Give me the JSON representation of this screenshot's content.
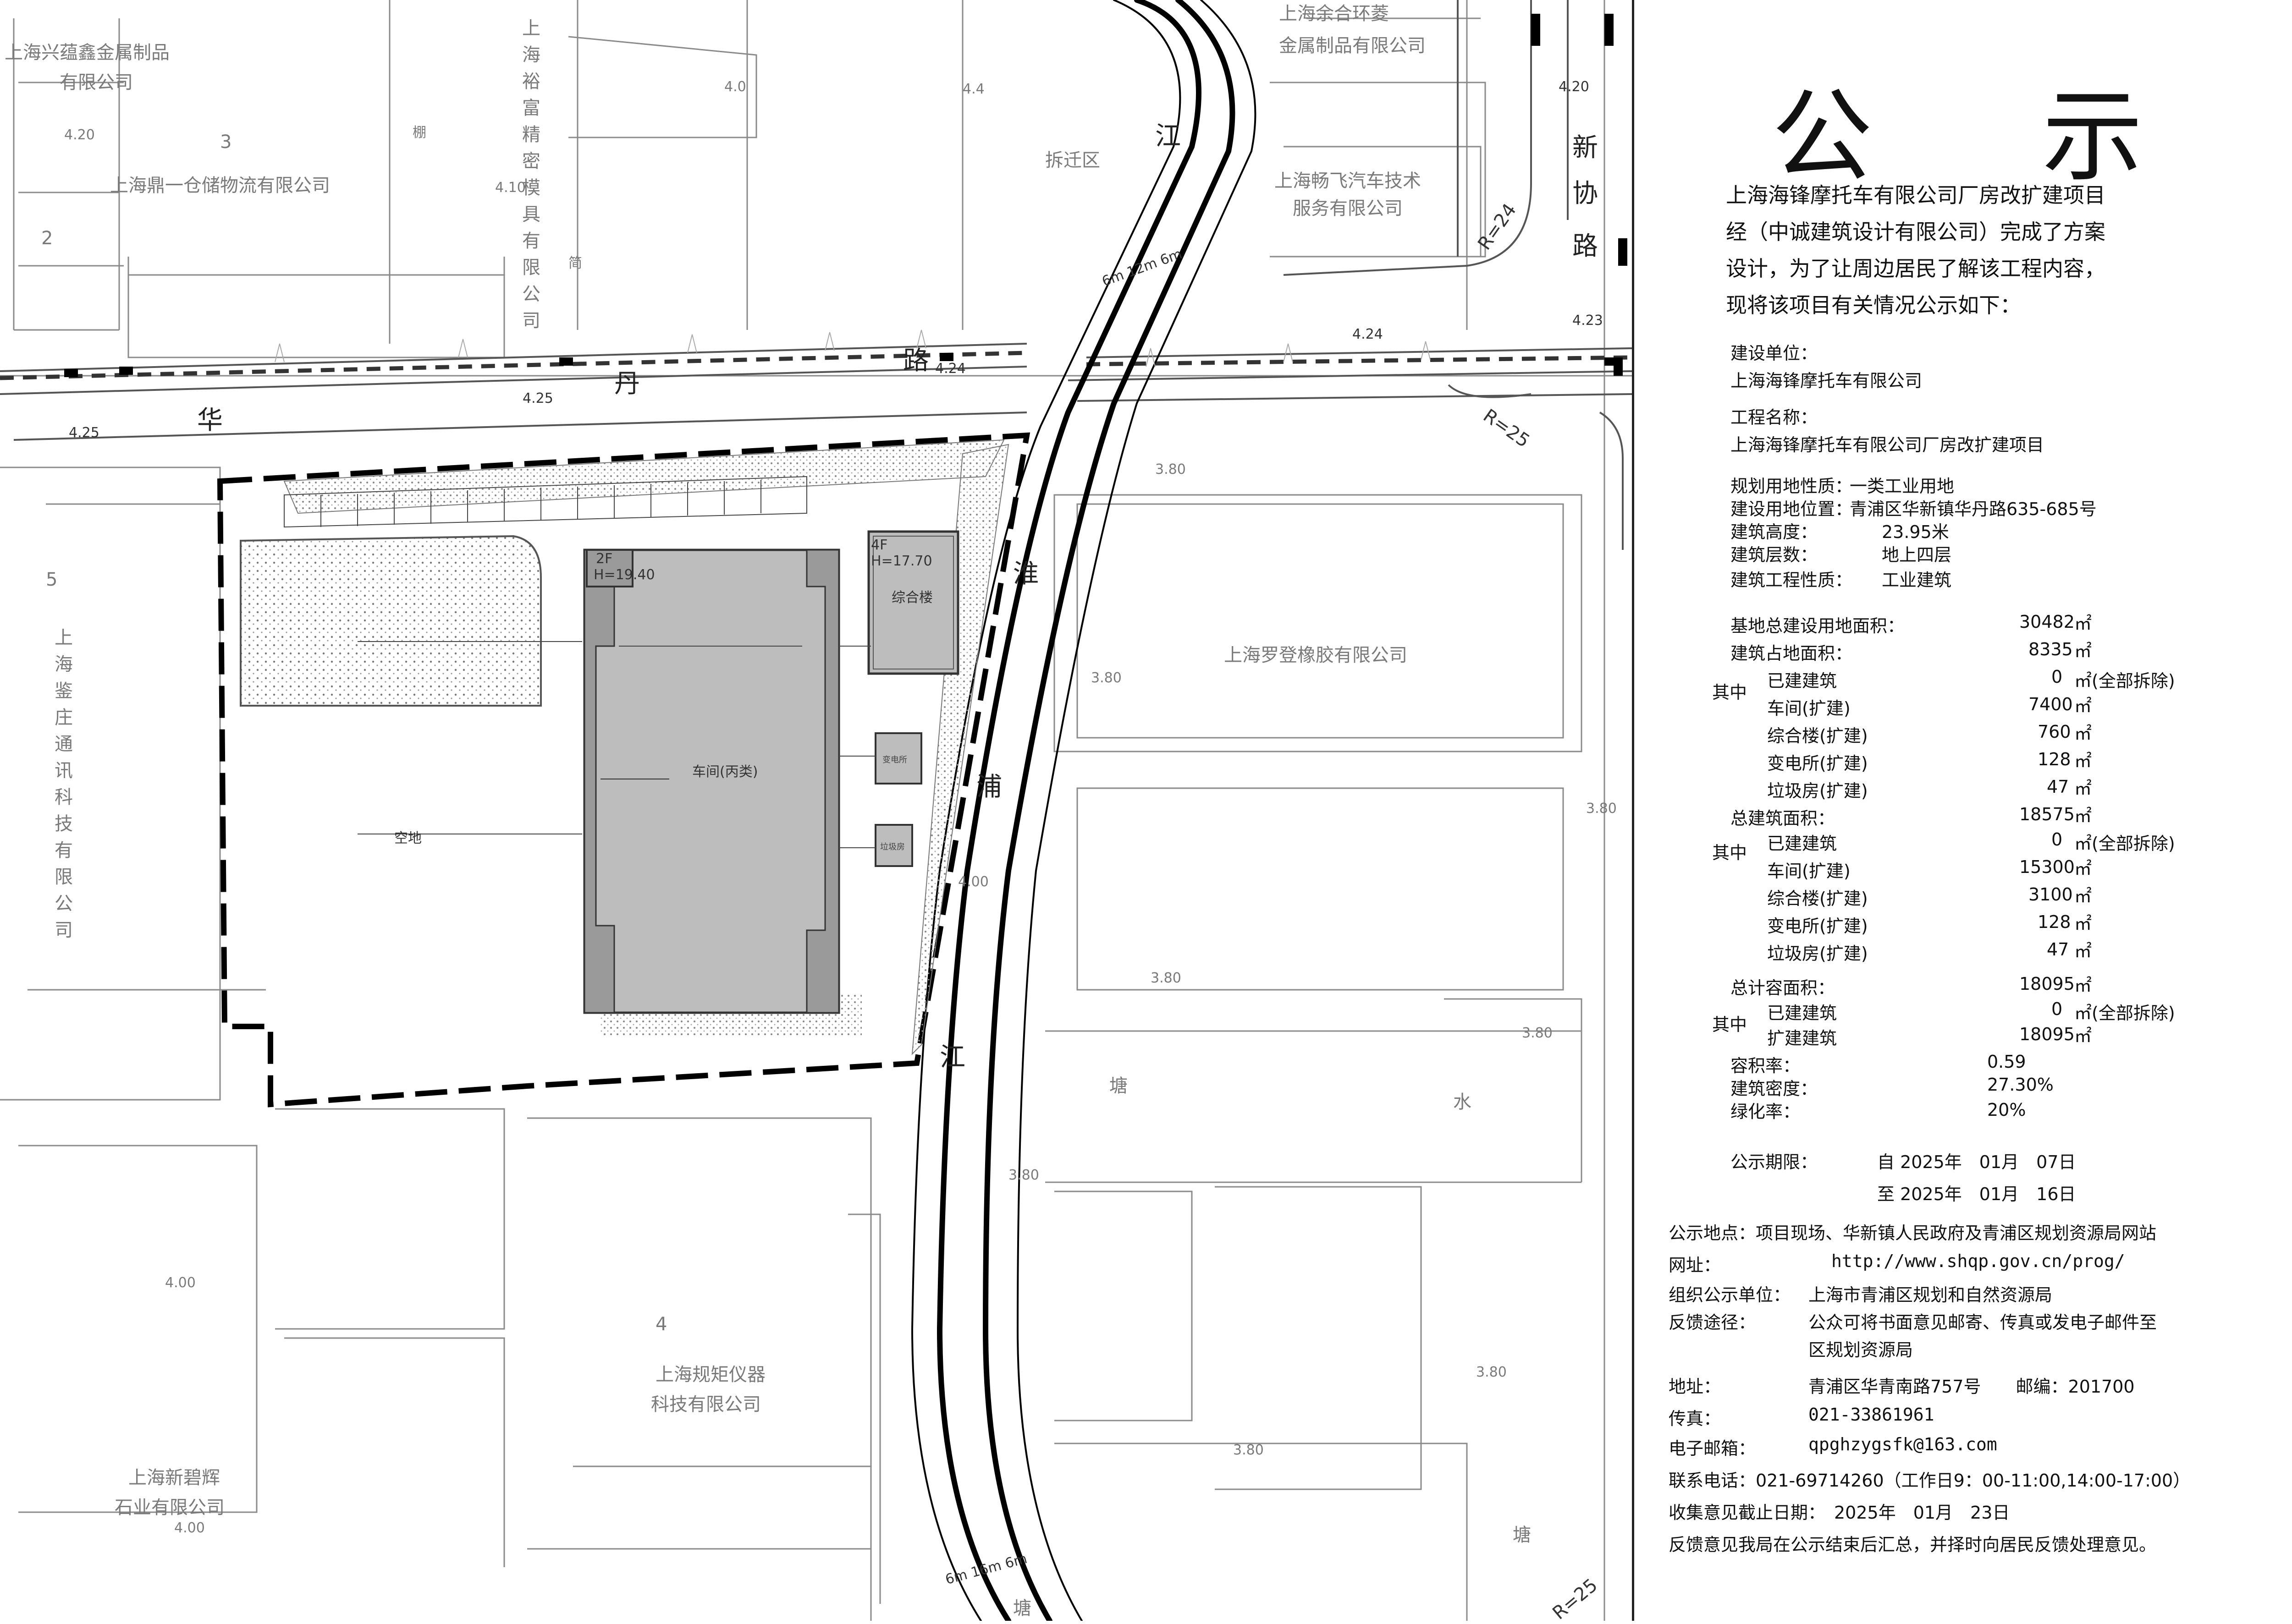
{
  "notice": {
    "title": "公 示",
    "intro": [
      "上海海锋摩托车有限公司厂房改扩建项目",
      "经（中诚建筑设计有限公司）完成了方案",
      "设计，为了让周边居民了解该工程内容，",
      "现将该项目有关情况公示如下："
    ],
    "builder_label": "建设单位：",
    "builder": "上海海锋摩托车有限公司",
    "project_label": "工程名称：",
    "project": "上海海锋摩托车有限公司厂房改扩建项目",
    "specs": [
      {
        "label": "规划用地性质：",
        "value": "一类工业用地"
      },
      {
        "label": "建设用地位置：",
        "value": "青浦区华新镇华丹路635-685号"
      },
      {
        "label": "建筑高度：",
        "value": "23.95米"
      },
      {
        "label": "建筑层数：",
        "value": "地上四层"
      },
      {
        "label": "建筑工程性质：",
        "value": "工业建筑"
      }
    ],
    "site_area": {
      "label": "基地总建设用地面积：",
      "value": "30482",
      "unit": "㎡"
    },
    "footprint": {
      "label": "建筑占地面积：",
      "value": "8335",
      "unit": "㎡"
    },
    "footprint_items": [
      {
        "label": "已建建筑",
        "value": "0",
        "unit": "㎡(全部拆除)"
      },
      {
        "label": "车间(扩建)",
        "value": "7400",
        "unit": "㎡"
      },
      {
        "label": "综合楼(扩建)",
        "value": "760",
        "unit": "㎡"
      },
      {
        "label": "变电所(扩建)",
        "value": "128",
        "unit": "㎡"
      },
      {
        "label": "垃圾房(扩建)",
        "value": "47",
        "unit": "㎡"
      }
    ],
    "total_area": {
      "label": "总建筑面积：",
      "value": "18575",
      "unit": "㎡"
    },
    "total_items": [
      {
        "label": "已建建筑",
        "value": "0",
        "unit": "㎡(全部拆除)"
      },
      {
        "label": "车间(扩建)",
        "value": "15300",
        "unit": "㎡"
      },
      {
        "label": "综合楼(扩建)",
        "value": "3100",
        "unit": "㎡"
      },
      {
        "label": "变电所(扩建)",
        "value": "128",
        "unit": "㎡"
      },
      {
        "label": "垃圾房(扩建)",
        "value": "47",
        "unit": "㎡"
      }
    ],
    "far_area": {
      "label": "总计容面积：",
      "value": "18095",
      "unit": "㎡"
    },
    "far_items": [
      {
        "label": "已建建筑",
        "value": "0",
        "unit": "㎡(全部拆除)"
      },
      {
        "label": "扩建建筑",
        "value": "18095",
        "unit": "㎡"
      }
    ],
    "of_which": "其中",
    "ratios": [
      {
        "label": "容积率：",
        "value": "0.59"
      },
      {
        "label": "建筑密度：",
        "value": "27.30%"
      },
      {
        "label": "绿化率：",
        "value": "20%"
      }
    ],
    "period_label": "公示期限：",
    "period_from": "自 2025年　01月　07日",
    "period_to": "至 2025年　01月　16日",
    "location": "公示地点：项目现场、华新镇人民政府及青浦区规划资源局网站",
    "website_label": "网址：",
    "website": "http://www.shqp.gov.cn/prog/",
    "org_label": "组织公示单位：",
    "org": "上海市青浦区规划和自然资源局",
    "feedback_label": "反馈途径：",
    "feedback": [
      "公众可将书面意见邮寄、传真或发电子邮件至",
      "区规划资源局"
    ],
    "address_label": "地址：",
    "address": "青浦区华青南路757号　　邮编：201700",
    "fax_label": "传真：",
    "fax": "021-33861961",
    "email_label": "电子邮箱：",
    "email": "qpghzygsfk@163.com",
    "phone": "联系电话：021-69714260（工作日9：00-11:00,14:00-17:00）",
    "deadline": "收集意见截止日期：　2025年　01月　23日",
    "closing": "反馈意见我局在公示结束后汇总，并择时向居民反馈处理意见。"
  },
  "map": {
    "companies": {
      "xingyunxin": "上海兴蕴鑫金属制品",
      "xingyunxin2": "有限公司",
      "dingyicang": "上海鼎一仓储物流有限公司",
      "yufu": "上海裕富精密模具有限公司",
      "chehehuan": "上海余合环菱",
      "chehehuan2": "金属制品有限公司",
      "changfei": "上海畅飞汽车技术",
      "changfei2": "服务有限公司",
      "luodeng": "上海罗登橡胶有限公司",
      "jianzhuang": "上海鉴庄通讯科技有限公司",
      "guiju": "上海规矩仪器",
      "guiju2": "科技有限公司",
      "xinbihui": "上海新碧辉",
      "xinbihui2": "石业有限公司"
    },
    "roads": {
      "hua": "华",
      "dan": "丹",
      "lu": "路",
      "xin": "新",
      "xie": "协",
      "lu2": "路"
    },
    "river": {
      "huai": "淮",
      "pu": "浦",
      "jiang": "江",
      "jiang2": "江"
    },
    "other": {
      "chaiqianqu": "拆迁区",
      "kongdi": "空地",
      "workshop": "车间(丙类)",
      "office": "综合楼",
      "office_floors": "4F",
      "office_h": "H=17.70",
      "small_bld_floors": "2F",
      "small_bld_h": "H=19.40",
      "substation": "变电所",
      "garbage": "垃圾房",
      "tang": "塘",
      "tang2": "塘",
      "tang3": "塘",
      "shui": "水",
      "jian": "简",
      "peng": "棚",
      "r24": "R=24",
      "r25": "R=25",
      "r25b": "R=25",
      "river_w1": "6m 12m 6m",
      "river_w2": "6m 16m 6m",
      "elev_420": "4.20",
      "elev_410": "4.10",
      "elev_40": "4.0",
      "elev_44": "4.4",
      "elev_424": "4.24",
      "elev_424b": "4.24",
      "elev_423": "4.23",
      "elev_425": "4.25",
      "elev_425b": "4.25",
      "elev_420r": "4.20",
      "elev_380a": "3.80",
      "elev_380b": "3.80",
      "elev_380c": "3.80",
      "elev_380d": "3.80",
      "elev_380e": "3.80",
      "elev_380f": "3.80",
      "elev_380g": "3.80",
      "elev_380h": "3.80",
      "elev_400": "4.00",
      "elev_400b": "4.00",
      "elev_400c": "4.00",
      "n2": "2",
      "n3": "3",
      "n4": "4",
      "n5": "5"
    }
  }
}
